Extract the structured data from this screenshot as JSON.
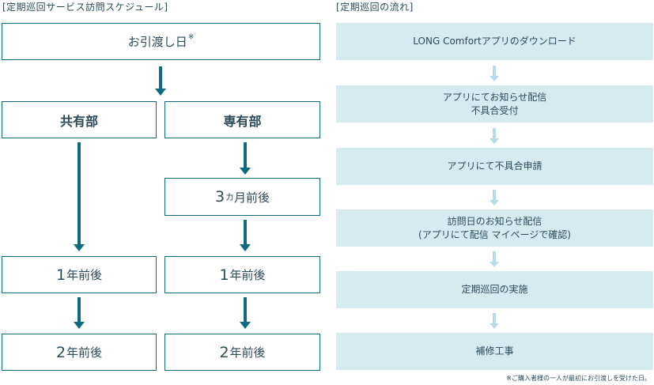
{
  "schedule": {
    "heading": "[定期巡回サービス訪問スケジュール]",
    "handover": "お引渡し日",
    "handover_mark": "※",
    "common": "共有部",
    "private": "専有部",
    "three_months_num": "3",
    "three_months_unit": "カ",
    "three_months_rest": "月前後",
    "common_1yr_num": "1",
    "common_1yr_rest": "年前後",
    "private_1yr_num": "1",
    "private_1yr_rest": "年前後",
    "common_2yr_num": "2",
    "common_2yr_rest": "年前後",
    "private_2yr_num": "2",
    "private_2yr_rest": "年前後"
  },
  "flow": {
    "heading": "[定期巡回の流れ]",
    "steps": [
      {
        "line1": "LONG Comfortアプリのダウンロード",
        "line2": ""
      },
      {
        "line1": "アプリにてお知らせ配信",
        "line2": "不具合受付"
      },
      {
        "line1": "アプリにて不具合申請",
        "line2": ""
      },
      {
        "line1": "訪問日のお知らせ配信",
        "line2": "(アプリにて配信 マイページで確認)"
      },
      {
        "line1": "定期巡回の実施",
        "line2": ""
      },
      {
        "line1": "補修工事",
        "line2": ""
      }
    ]
  },
  "footnote": "※ご購入者様の一人が最初にお引渡しを受けた日。",
  "colors": {
    "arrow": "#0e6a80",
    "flow_box": "#d6ebf0",
    "flow_arrow": "#b5dbe6",
    "text": "#2a4a5a"
  }
}
